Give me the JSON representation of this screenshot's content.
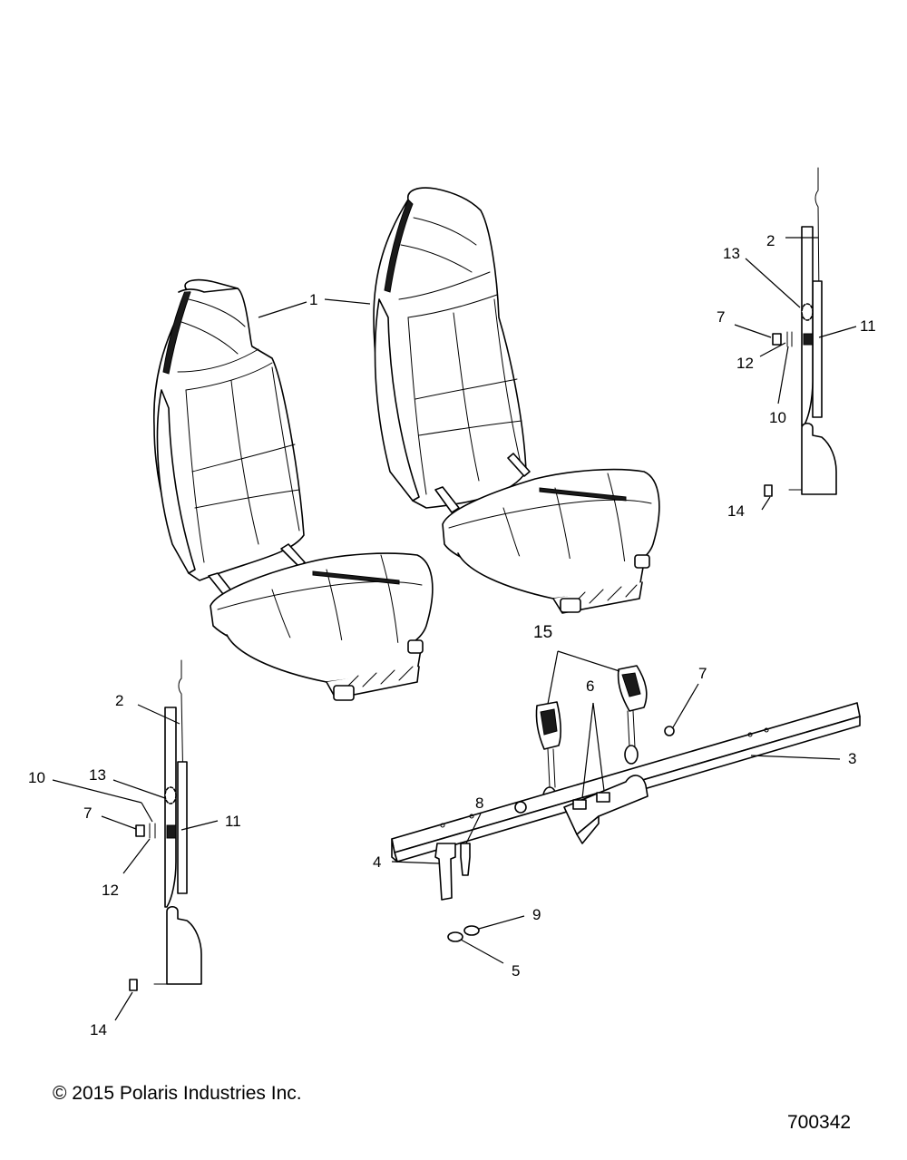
{
  "callouts": {
    "c1": "1",
    "c2a": "2",
    "c2b": "2",
    "c3": "3",
    "c4": "4",
    "c5": "5",
    "c6": "6",
    "c7a": "7",
    "c7b": "7",
    "c7c": "7",
    "c8": "8",
    "c9": "9",
    "c10a": "10",
    "c10b": "10",
    "c11a": "11",
    "c11b": "11",
    "c12a": "12",
    "c12b": "12",
    "c13a": "13",
    "c13b": "13",
    "c14a": "14",
    "c14b": "14",
    "c15": "15"
  },
  "footer": {
    "copyright": "© 2015 Polaris Industries Inc.",
    "diagram_id": "700342"
  }
}
